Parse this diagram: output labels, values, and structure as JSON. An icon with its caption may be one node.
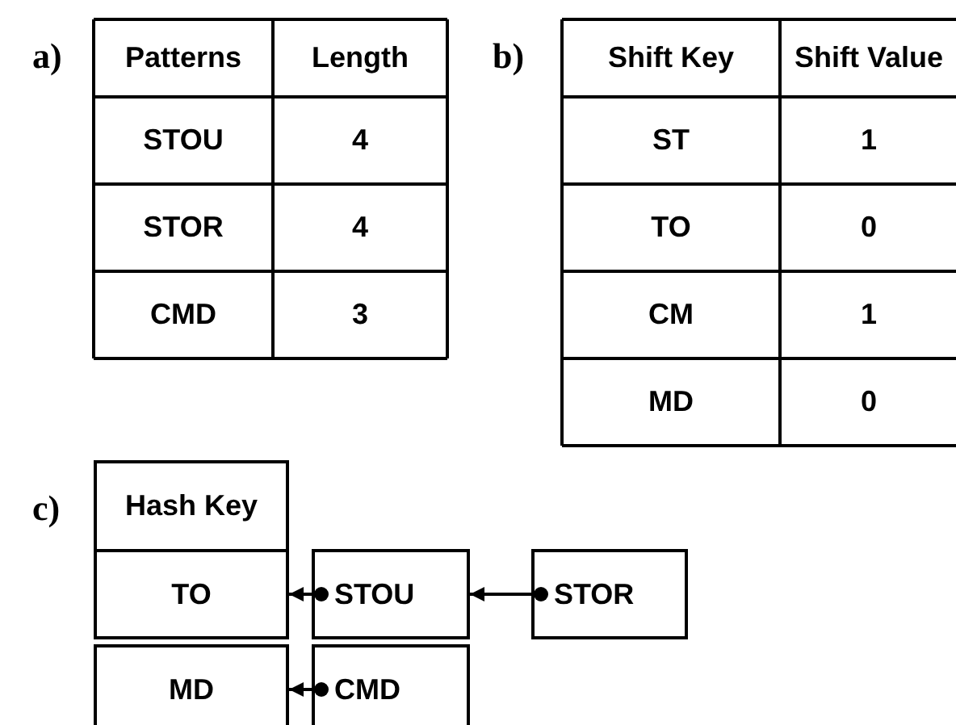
{
  "diagram": {
    "nodes": [
      {
        "text": [
          "Hash Key"
        ]
      },
      {
        "text": [
          "TO"
        ]
      },
      {
        "text": [
          "MD"
        ]
      },
      {
        "text": [
          "STOU"
        ]
      },
      {
        "text": [
          "STOR"
        ]
      },
      {
        "text": [
          "CMD"
        ]
      }
    ],
    "edges": [
      {
        "from": 3,
        "to": 1,
        "arrow": "to"
      },
      {
        "from": 4,
        "to": 3,
        "arrow": "to"
      },
      {
        "from": 5,
        "to": 2,
        "arrow": "to"
      }
    ],
    "labels": [
      "a)",
      "Patterns",
      "Length",
      "STOU",
      "4",
      "STOR",
      "4",
      "CMD",
      "3",
      "b)",
      "Shift Key",
      "Shift Value",
      "ST",
      "1",
      "TO",
      "0",
      "CM",
      "1",
      "MD",
      "0",
      "c)"
    ]
  }
}
